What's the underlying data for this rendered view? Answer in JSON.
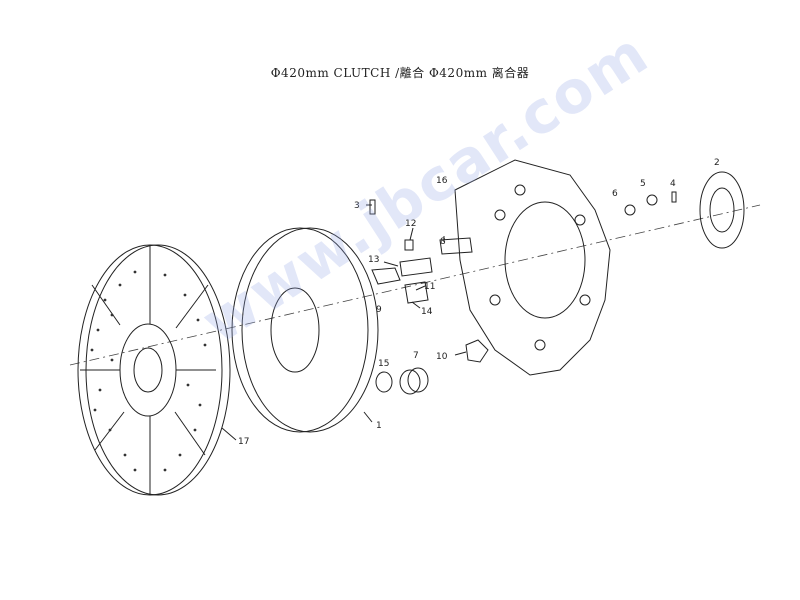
{
  "title": "Φ420mm  CLUTCH /離合 Φ420mm 离合器",
  "watermark": "www.jbcar.com",
  "parts": {
    "p1": "1",
    "p2": "2",
    "p3": "3",
    "p4": "4",
    "p5": "5",
    "p6": "6",
    "p7": "7",
    "p8": "8",
    "p9": "9",
    "p10": "10",
    "p11": "11",
    "p12": "12",
    "p13": "13",
    "p14": "14",
    "p15": "15",
    "p16": "16",
    "p17": "17"
  },
  "colors": {
    "line": "#222222",
    "watermark": "#96aae6"
  }
}
